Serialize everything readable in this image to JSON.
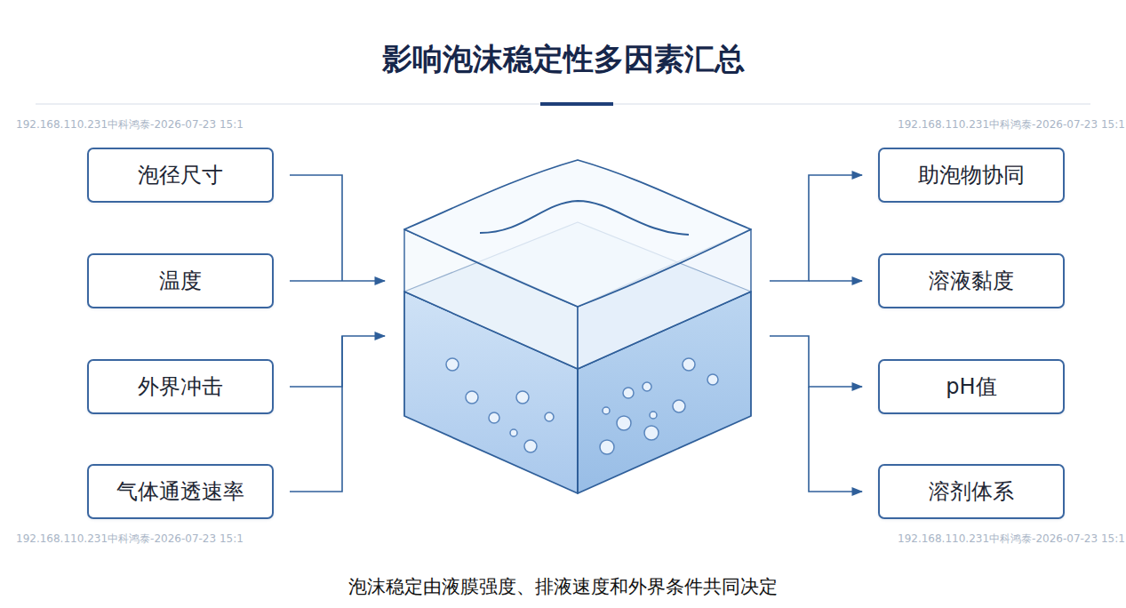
{
  "diagram": {
    "title": "影响泡沫稳定性多因素汇总",
    "caption": "泡沫稳定由液膜强度、排液速度和外界条件共同决定",
    "nodes": [
      {
        "text": [
          "泡径尺寸"
        ]
      },
      {
        "text": [
          "温度"
        ]
      },
      {
        "text": [
          "外界冲击"
        ]
      },
      {
        "text": [
          "气体通透速率"
        ]
      },
      {
        "text": [
          "助泡物协同"
        ]
      },
      {
        "text": [
          "溶液黏度"
        ]
      },
      {
        "text": [
          "pH值"
        ]
      },
      {
        "text": [
          "溶剂体系"
        ]
      }
    ],
    "labels": [
      "192.168.110.231中科鸿泰-2026-07-23 15:1",
      "192.168.110.231中科鸿泰-2026-07-23 15:1",
      "192.168.110.231中科鸿泰-2026-07-23 15:1",
      "192.168.110.231中科鸿泰-2026-07-23 15:1"
    ]
  }
}
